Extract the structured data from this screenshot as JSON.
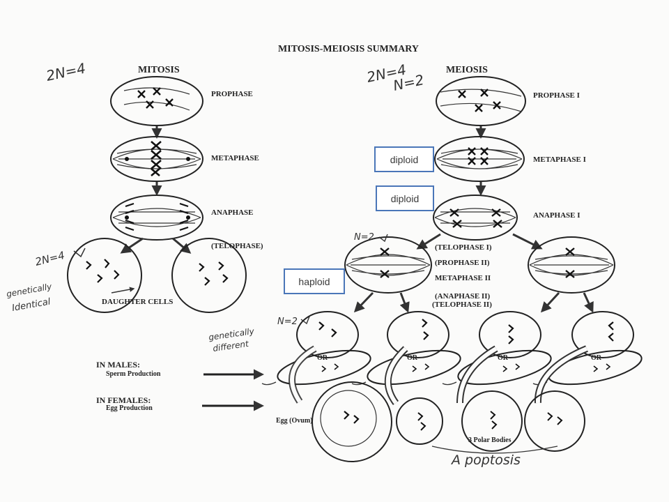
{
  "title": "MITOSIS-MEIOSIS SUMMARY",
  "mitosis": {
    "header": "MITOSIS",
    "note": "2N=4",
    "phases": [
      "PROPHASE",
      "METAPHASE",
      "ANAPHASE",
      "(TELOPHASE)"
    ],
    "daughter_note": "2N=4",
    "identical_note_1": "genetically",
    "identical_note_2": "Identical",
    "daughter_label": "DAUGHTER CELLS"
  },
  "meiosis": {
    "header": "MEIOSIS",
    "note_1": "2N=4",
    "note_2": "N=2",
    "phase_prophase1": "PROPHASE I",
    "phase_metaphase1": "METAPHASE I",
    "phase_anaphase1": "ANAPHASE I",
    "phase_telophase1": "(TELOPHASE I)",
    "phase_prophase2": "(PROPHASE II)",
    "phase_metaphase2": "METAPHASE II",
    "phase_anaphase2": "(ANAPHASE II)",
    "phase_telophase2": "(TELOPHASE II)",
    "n2_note_a": "N=2",
    "n2_note_b": "N=2",
    "different_note_1": "genetically",
    "different_note_2": "different",
    "or_label": "OR",
    "males_title": "IN MALES:",
    "males_sub": "Sperm Production",
    "females_title": "IN FEMALES:",
    "females_sub": "Egg Production",
    "egg_label": "Egg (Ovum)",
    "polar_label": "3 Polar Bodies",
    "apoptosis": "A poptosis"
  },
  "badges": {
    "b1": "diploid",
    "b2": "diploid",
    "b3": "haploid"
  },
  "colors": {
    "badge_border": "#4a76b8"
  }
}
